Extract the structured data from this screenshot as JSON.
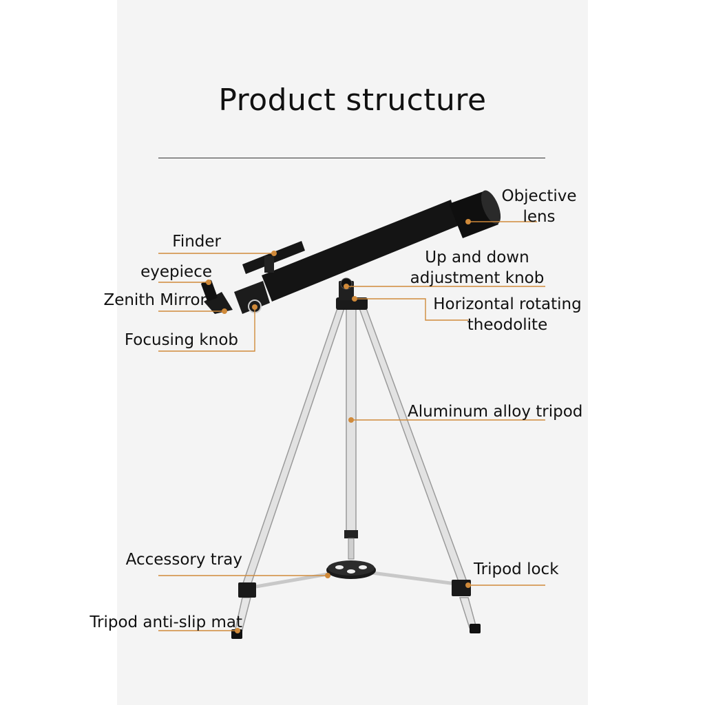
{
  "title": "Product structure",
  "colors": {
    "leader": "#d08a3a",
    "background": "#f4f4f4",
    "tube": "#141414",
    "tripod": "#dcdcdc"
  },
  "labels": {
    "objective_lens_1": "Objective",
    "objective_lens_2": "lens",
    "finder": "Finder",
    "eyepiece": "eyepiece",
    "zenith_mirror": "Zenith Mirror",
    "focusing_knob": "Focusing knob",
    "updown_knob_1": "Up and down",
    "updown_knob_2": "adjustment knob",
    "horizontal_theodolite_1": "Horizontal rotating",
    "horizontal_theodolite_2": "theodolite",
    "aluminum_tripod": "Aluminum alloy tripod",
    "accessory_tray": "Accessory tray",
    "tripod_lock": "Tripod lock",
    "anti_slip_mat": "Tripod anti-slip mat"
  }
}
